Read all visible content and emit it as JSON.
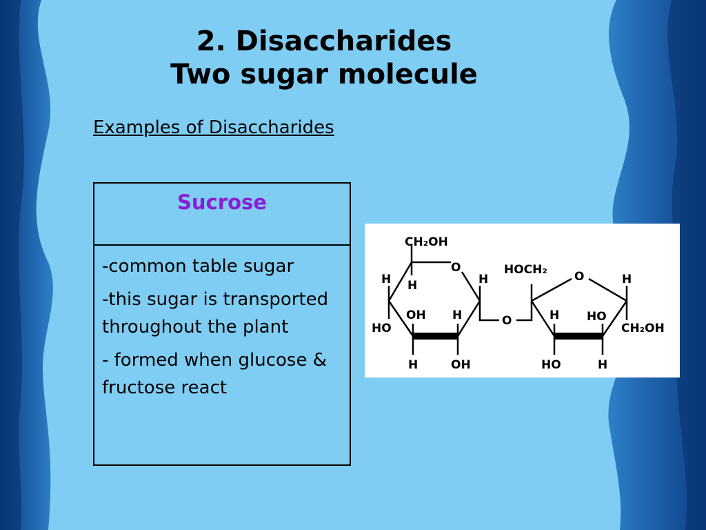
{
  "slide": {
    "title_line1": "2. Disaccharides",
    "title_line2": "Two sugar molecule",
    "subheading": "Examples of Disaccharides"
  },
  "table": {
    "header": "Sucrose",
    "bullets": [
      "-common table sugar",
      "-this sugar is transported throughout the plant",
      "- formed when glucose & fructose react"
    ]
  },
  "diagram": {
    "labels": {
      "ch2oh_top": "CH₂OH",
      "o_ring1": "O",
      "h_a": "H",
      "h_b": "H",
      "h_c": "H",
      "oh_a": "OH",
      "h_d": "H",
      "ho_a": "HO",
      "h_e": "H",
      "oh_b": "OH",
      "o_link": "O",
      "hoch2": "HOCH₂",
      "o_ring2": "O",
      "h_f": "H",
      "h_g": "H",
      "ho_b": "HO",
      "ch2oh_right": "CH₂OH",
      "ho_c": "HO",
      "h_h": "H"
    }
  }
}
